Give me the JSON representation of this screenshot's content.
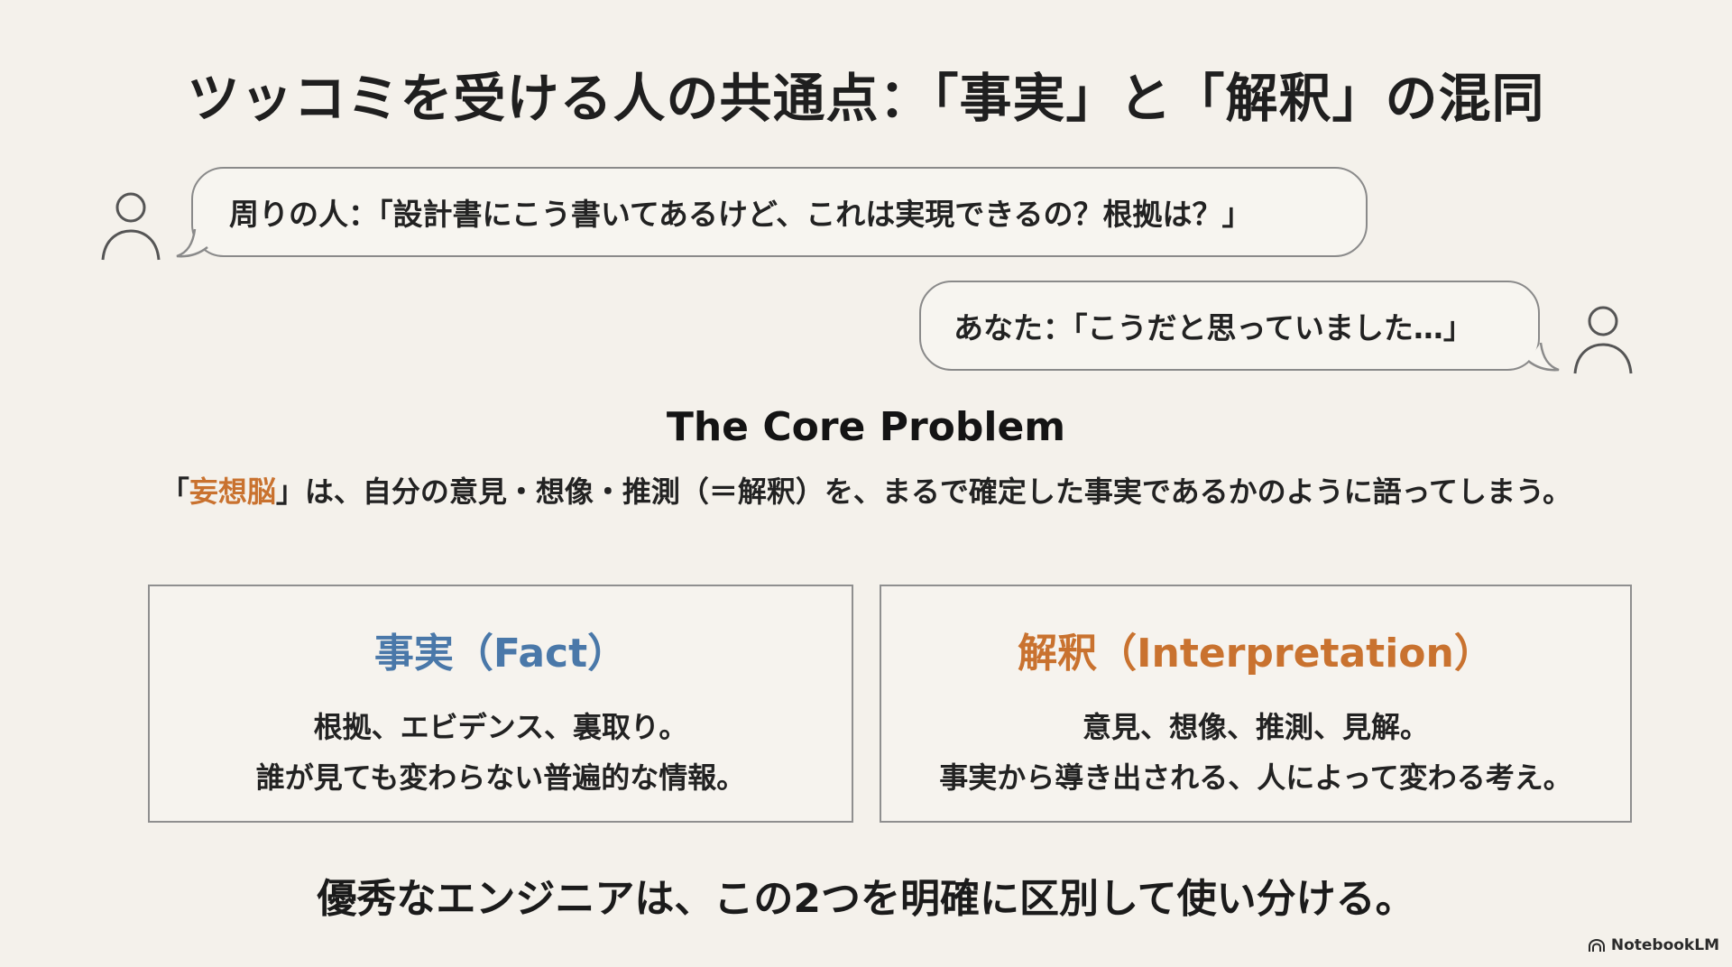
{
  "title": "ツッコミを受ける人の共通点：「事実」と「解釈」の混同",
  "dialogue": {
    "other_line": "周りの人：「設計書にこう書いてあるけど、これは実現できるの？根拠は？」",
    "you_line": "あなた：「こうだと思っていました…」"
  },
  "core_problem": {
    "heading": "The Core Problem",
    "quote_open": "「",
    "highlight": "妄想脳",
    "rest": "」は、自分の意見・想像・推測（＝解釈）を、まるで確定した事実であるかのように語ってしまう。"
  },
  "fact_card": {
    "title": "事実（Fact）",
    "line1": "根拠、エビデンス、裏取り。",
    "line2": "誰が見ても変わらない普遍的な情報。"
  },
  "interpretation_card": {
    "title": "解釈（Interpretation）",
    "line1": "意見、想像、推測、見解。",
    "line2": "事実から導き出される、人によって変わる考え。"
  },
  "conclusion": "優秀なエンジニアは、この2つを明確に区別して使い分ける。",
  "watermark": "NotebookLM",
  "colors": {
    "fact_blue": "#4a78a9",
    "interpretation_orange": "#c9722f",
    "background": "#f4f1eb"
  },
  "icons": {
    "speaker_left": "person-outline-icon",
    "speaker_right": "person-outline-icon",
    "brand": "notebooklm-logo-icon"
  }
}
